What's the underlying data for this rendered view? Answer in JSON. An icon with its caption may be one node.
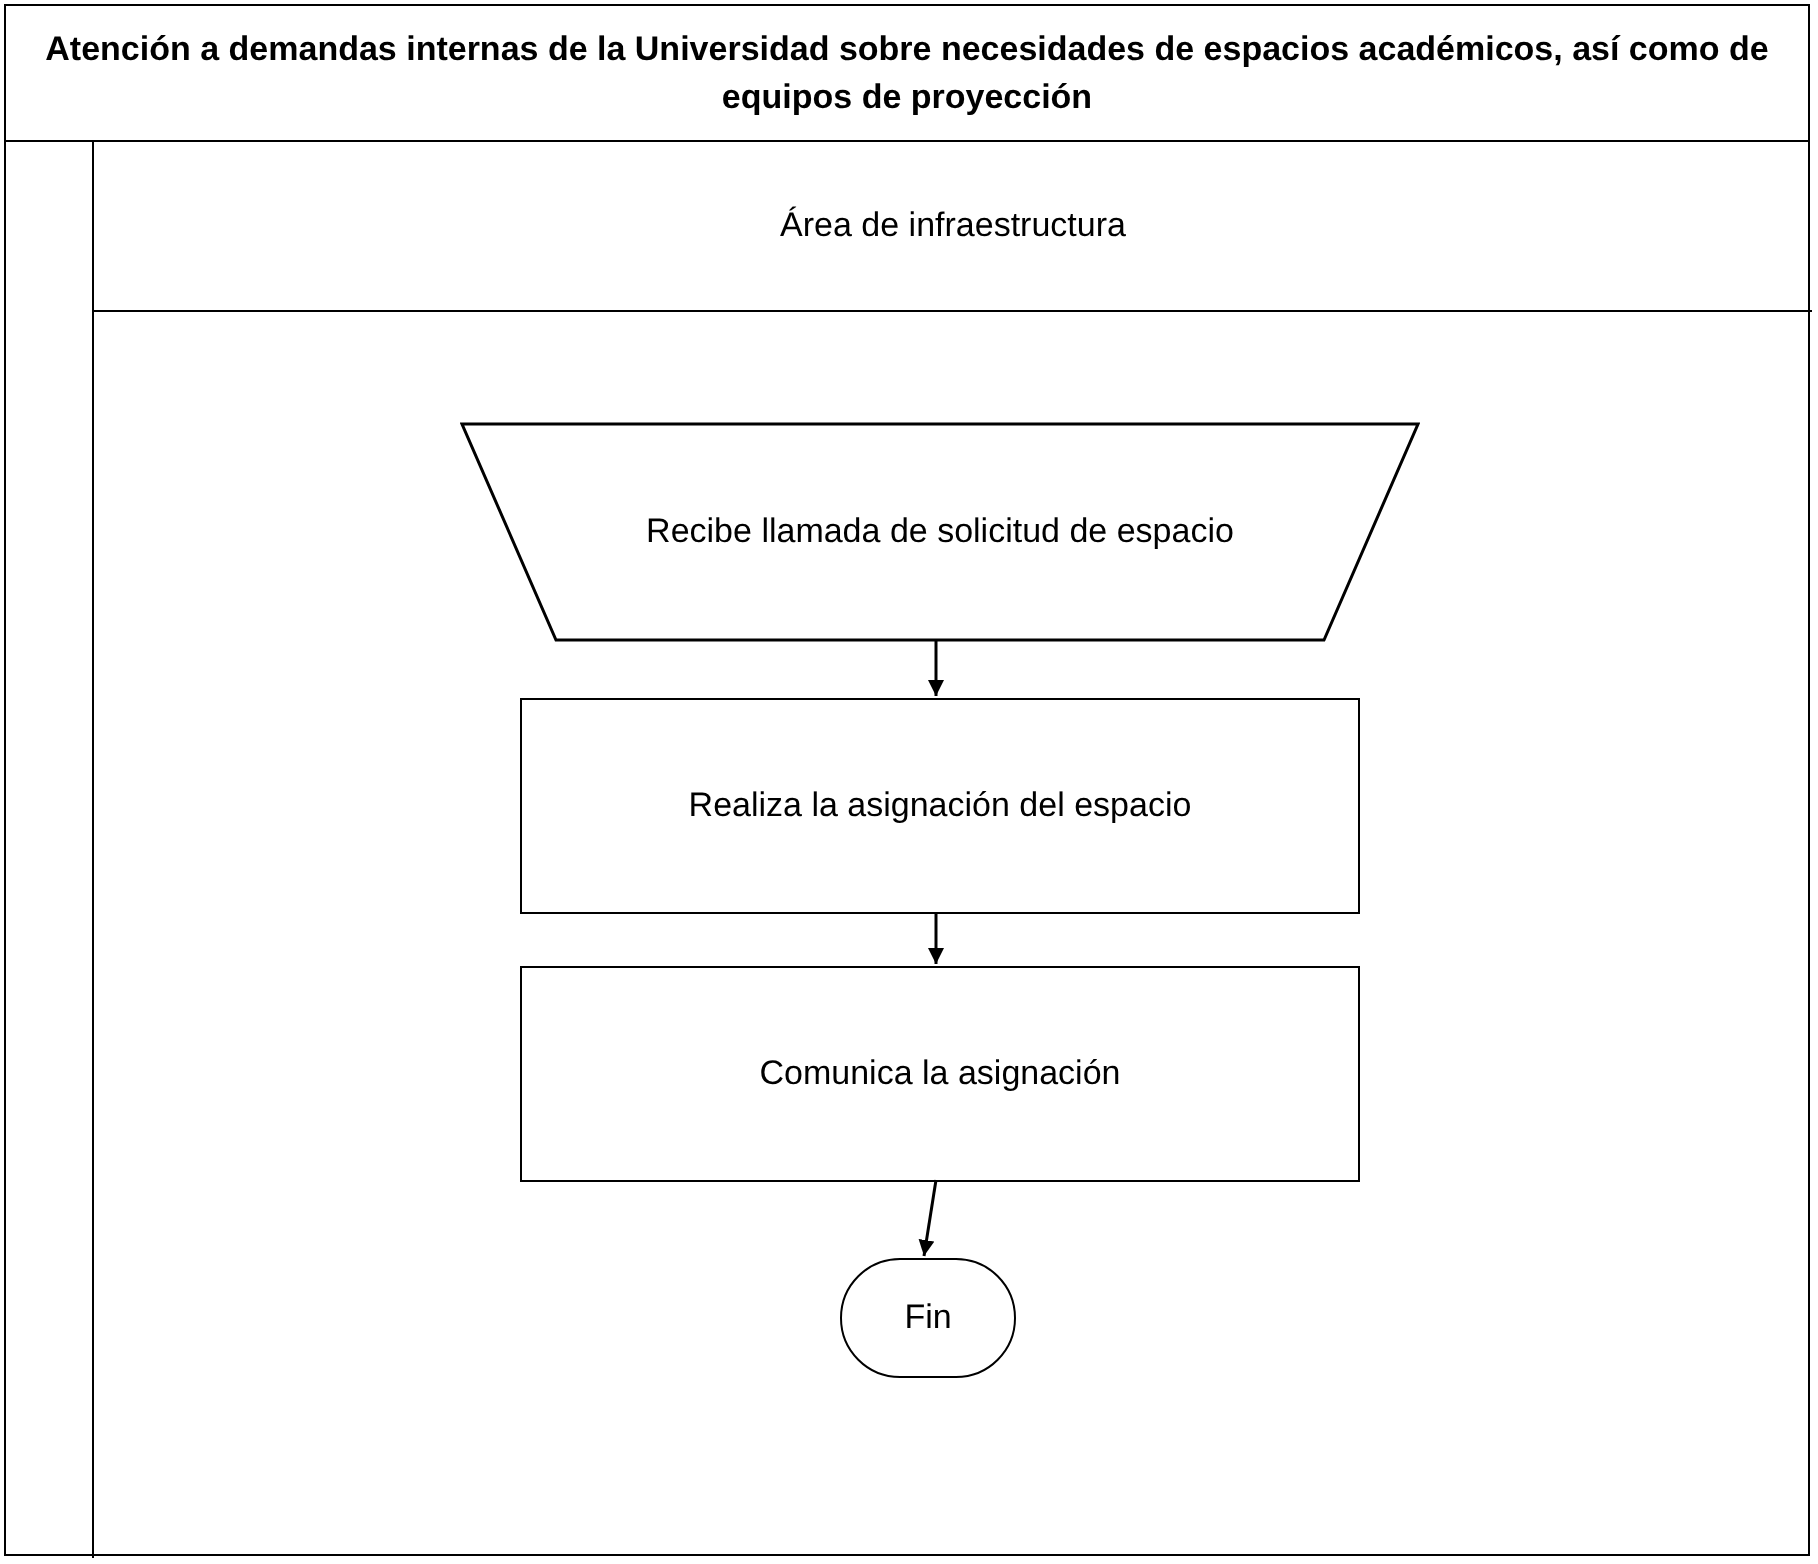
{
  "diagram": {
    "title": "Atención a demandas internas de la Universidad sobre necesidades de espacios académicos, así como de equipos de proyección",
    "nodes": [
      {
        "text": [
          "Área de infraestructura"
        ]
      },
      {
        "text": [
          "Recibe llamada de solicitud de espacio"
        ],
        "in": 0
      },
      {
        "text": [
          "Realiza la asignación del espacio"
        ],
        "in": 0
      },
      {
        "text": [
          "Comunica la asignación"
        ],
        "in": 0
      },
      {
        "text": [
          "Fin"
        ],
        "in": 0
      }
    ],
    "edges": [
      {
        "from": 1,
        "to": 2,
        "arrow": "to"
      },
      {
        "from": 2,
        "to": 3,
        "arrow": "to"
      },
      {
        "from": 3,
        "to": 4,
        "arrow": "to"
      }
    ]
  }
}
